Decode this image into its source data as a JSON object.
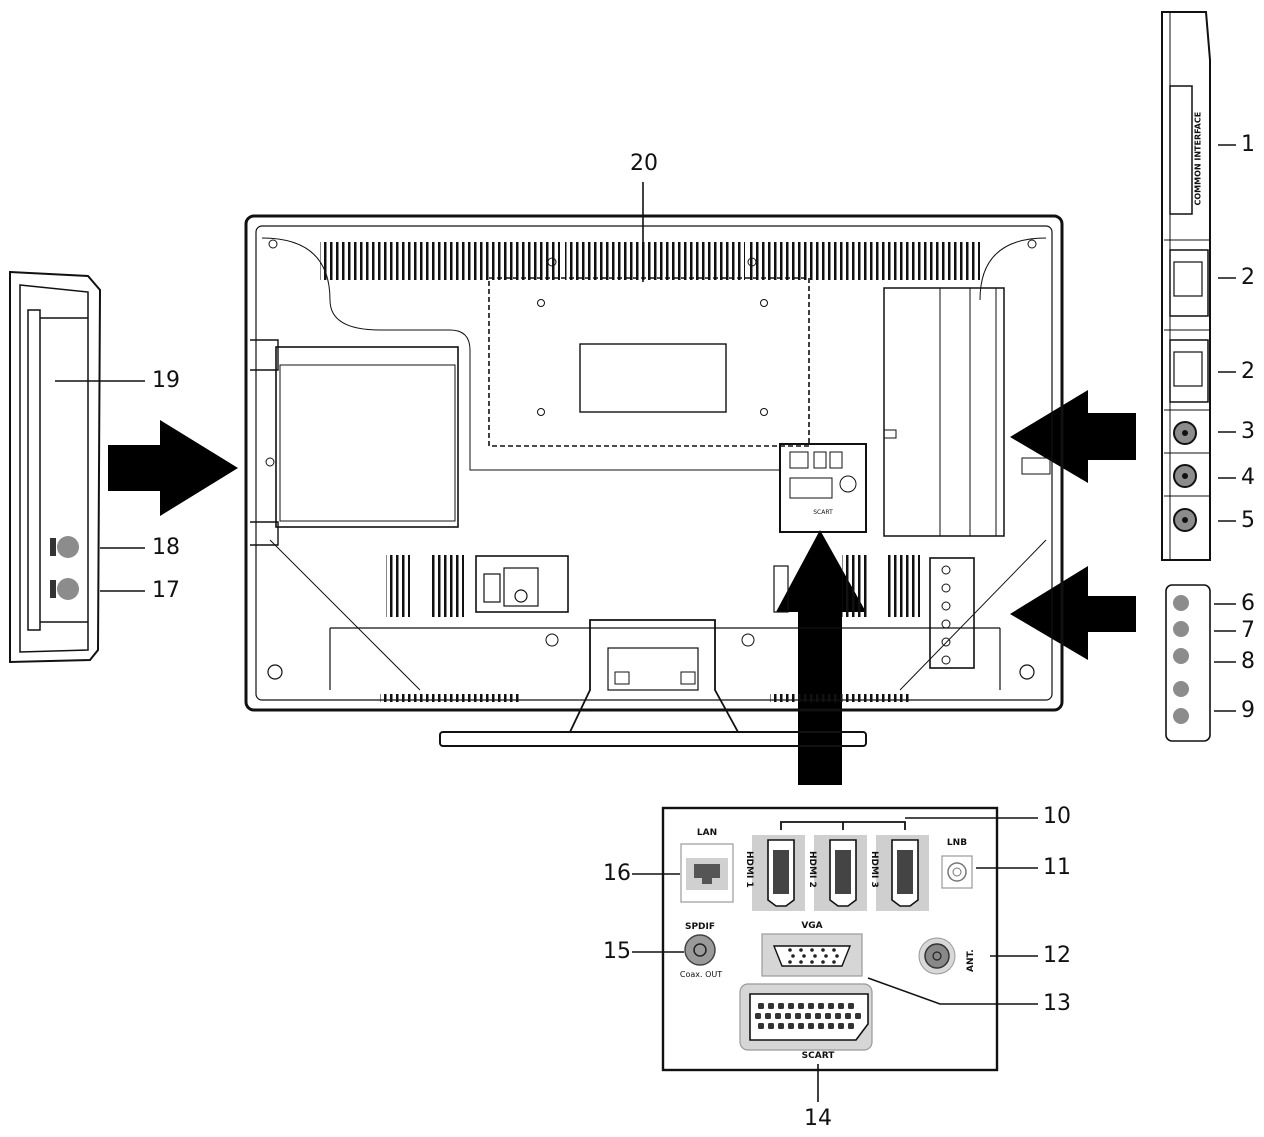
{
  "callouts": {
    "c1": "1",
    "c2a": "2",
    "c2b": "2",
    "c3": "3",
    "c4": "4",
    "c5": "5",
    "c6": "6",
    "c7": "7",
    "c8": "8",
    "c9": "9",
    "c10": "10",
    "c11": "11",
    "c12": "12",
    "c13": "13",
    "c14": "14",
    "c15": "15",
    "c16": "16",
    "c17": "17",
    "c18": "18",
    "c19": "19",
    "c20": "20"
  },
  "panel_labels": {
    "lan": "LAN",
    "hdmi1": "HDMI 1",
    "hdmi2": "HDMI 2",
    "hdmi3": "HDMI 3",
    "lnb": "LNB",
    "spdif": "SPDIF",
    "spdif_sub": "Coax. OUT",
    "vga": "VGA",
    "ant": "ANT.",
    "scart": "SCART"
  },
  "side_labels": {
    "common_interface": "COMMON INTERFACE",
    "back_scart": "SCART"
  },
  "colors": {
    "line": "#111111",
    "arrow": "#000000",
    "jack": "#8c8c8c",
    "port_bg": "#cfcfcf"
  }
}
